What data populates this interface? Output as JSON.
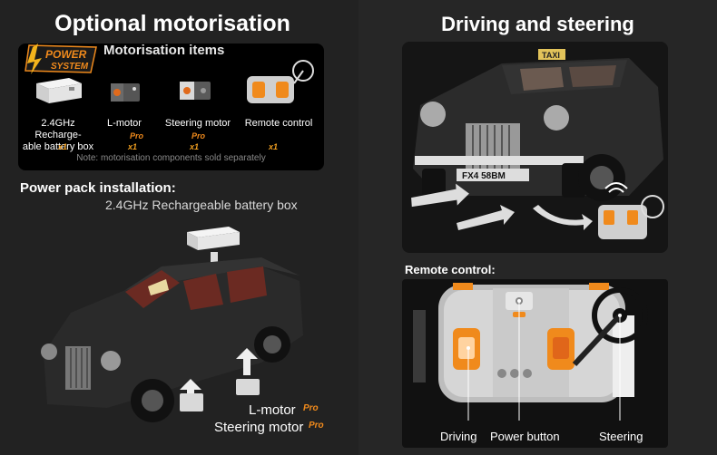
{
  "left_title": "Optional motorisation",
  "right_title": "Driving and steering",
  "logo": {
    "line1": "POWER",
    "line2": "SYSTEM"
  },
  "motorisation": {
    "title": "Motorisation items",
    "items": [
      {
        "label_line1": "2.4GHz Recharge-",
        "label_line2": "able battery box",
        "qty": "x1",
        "pro": ""
      },
      {
        "label_line1": "L-motor",
        "label_line2": "",
        "qty": "x1",
        "pro": "Pro"
      },
      {
        "label_line1": "Steering motor",
        "label_line2": "",
        "qty": "x1",
        "pro": "Pro"
      },
      {
        "label_line1": "Remote control",
        "label_line2": "",
        "qty": "x1",
        "pro": ""
      }
    ],
    "note": "Note: motorisation components sold separately"
  },
  "power_pack": {
    "heading": "Power pack installation:",
    "subtitle": "2.4GHz Rechargeable battery box"
  },
  "car_plate": "FX4 58BM",
  "taxi_sign": "TAXI",
  "callouts": {
    "l_motor": "L-motor",
    "l_motor_pro": "Pro",
    "steering_motor": "Steering motor",
    "steering_motor_pro": "Pro"
  },
  "remote_control": {
    "heading": "Remote control:",
    "labels": {
      "driving": "Driving",
      "power": "Power button",
      "steering": "Steering"
    }
  },
  "colors": {
    "accent_orange": "#f08a1c",
    "panel_dark": "#222222",
    "box_black": "#000000"
  }
}
